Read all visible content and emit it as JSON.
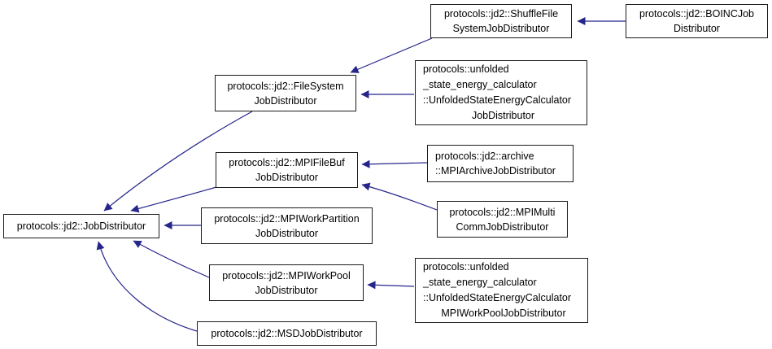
{
  "diagram": {
    "kind": "class-inheritance-graph",
    "colors": {
      "edge": "#26268a",
      "node_border": "#1c1c1c",
      "node_fill": "#ffffff",
      "text": "#000000",
      "background": "#ffffff"
    },
    "nodes": {
      "jobdist": {
        "lines": [
          "protocols::jd2::JobDistributor"
        ]
      },
      "filesystem": {
        "lines": [
          "protocols::jd2::FileSystem",
          "JobDistributor"
        ]
      },
      "mpifilebuf": {
        "lines": [
          "protocols::jd2::MPIFileBuf",
          "JobDistributor"
        ]
      },
      "workpartition": {
        "lines": [
          "protocols::jd2::MPIWorkPartition",
          "JobDistributor"
        ]
      },
      "workpool": {
        "lines": [
          "protocols::jd2::MPIWorkPool",
          "JobDistributor"
        ]
      },
      "msd": {
        "lines": [
          "protocols::jd2::MSDJobDistributor"
        ]
      },
      "shuffle": {
        "lines": [
          "protocols::jd2::ShuffleFile",
          "SystemJobDistributor"
        ]
      },
      "boinc": {
        "lines": [
          "protocols::jd2::BOINCJob",
          "Distributor"
        ]
      },
      "unfolded_jd": {
        "lines": [
          "protocols::unfolded",
          "_state_energy_calculator",
          "::UnfoldedStateEnergyCalculator",
          "JobDistributor"
        ]
      },
      "archive": {
        "lines": [
          "protocols::jd2::archive",
          "::MPIArchiveJobDistributor"
        ]
      },
      "multicomm": {
        "lines": [
          "protocols::jd2::MPIMulti",
          "CommJobDistributor"
        ]
      },
      "unfolded_wp": {
        "lines": [
          "protocols::unfolded",
          "_state_energy_calculator",
          "::UnfoldedStateEnergyCalculator",
          "MPIWorkPoolJobDistributor"
        ]
      }
    },
    "edges": [
      {
        "derived": "filesystem",
        "base": "jobdist"
      },
      {
        "derived": "mpifilebuf",
        "base": "jobdist"
      },
      {
        "derived": "workpartition",
        "base": "jobdist"
      },
      {
        "derived": "workpool",
        "base": "jobdist"
      },
      {
        "derived": "msd",
        "base": "jobdist"
      },
      {
        "derived": "shuffle",
        "base": "filesystem"
      },
      {
        "derived": "unfolded_jd",
        "base": "filesystem"
      },
      {
        "derived": "boinc",
        "base": "shuffle"
      },
      {
        "derived": "archive",
        "base": "mpifilebuf"
      },
      {
        "derived": "multicomm",
        "base": "mpifilebuf"
      },
      {
        "derived": "unfolded_wp",
        "base": "workpool"
      }
    ]
  }
}
